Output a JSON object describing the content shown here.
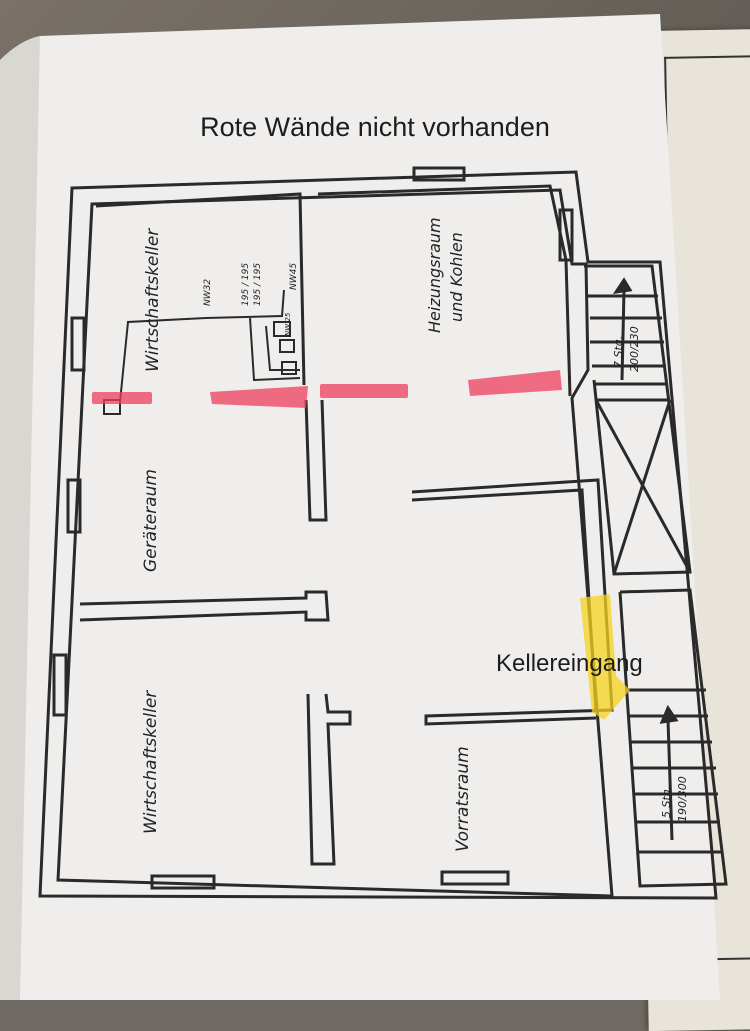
{
  "annotations": {
    "title": "Rote Wände nicht vorhanden",
    "entrance_label": "Kellereingang"
  },
  "rooms": [
    {
      "id": "wirtschaftskeller-top",
      "label": "Wirtschaftskeller"
    },
    {
      "id": "heizungsraum",
      "label": "Heizungsraum",
      "label2": "und Kohlen"
    },
    {
      "id": "geraeteraum",
      "label": "Geräteraum"
    },
    {
      "id": "wirtschaftskeller-bottom",
      "label": "Wirtschaftskeller"
    },
    {
      "id": "vorratsraum",
      "label": "Vorratsraum"
    }
  ],
  "plumbing_labels": {
    "nw32": "NW32",
    "pipe1": "195 / 195",
    "pipe2": "195 / 195",
    "nw45": "NW45",
    "nw25": "NW 25"
  },
  "stairs": [
    {
      "id": "upper",
      "line1": "7 Stg.",
      "line2": "200/230"
    },
    {
      "id": "lower",
      "line1": "5 Stg.",
      "line2": "190/300"
    }
  ],
  "colors": {
    "paper": "#efeeec",
    "ink": "#2a2a2a",
    "red_highlight": "#ee3f5e",
    "yellow_highlight": "#f5d21e"
  }
}
